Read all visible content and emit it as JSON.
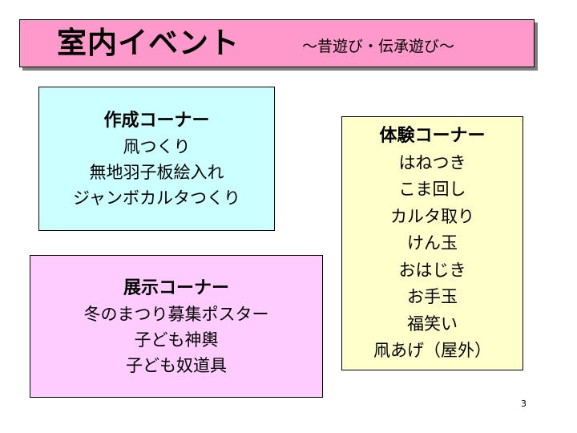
{
  "header": {
    "title": "室内イベント",
    "subtitle": "～昔遊び・伝承遊び～"
  },
  "sections": {
    "make": {
      "title": "作成コーナー",
      "items": [
        "凧つくり",
        "無地羽子板絵入れ",
        "ジャンボカルタつくり"
      ]
    },
    "display": {
      "title": "展示コーナー",
      "items": [
        "冬のまつり募集ポスター",
        "子ども神輿",
        "子ども奴道具"
      ]
    },
    "experience": {
      "title": "体験コーナー",
      "items": [
        "はねつき",
        "こま回し",
        "カルタ取り",
        "けん玉",
        "おはじき",
        "お手玉",
        "福笑い",
        "凧あげ（屋外）"
      ]
    }
  },
  "page_number": "3",
  "colors": {
    "header_bg": "#ff99cc",
    "make_bg": "#ccffff",
    "display_bg": "#ffccff",
    "experience_bg": "#ffffcc"
  }
}
